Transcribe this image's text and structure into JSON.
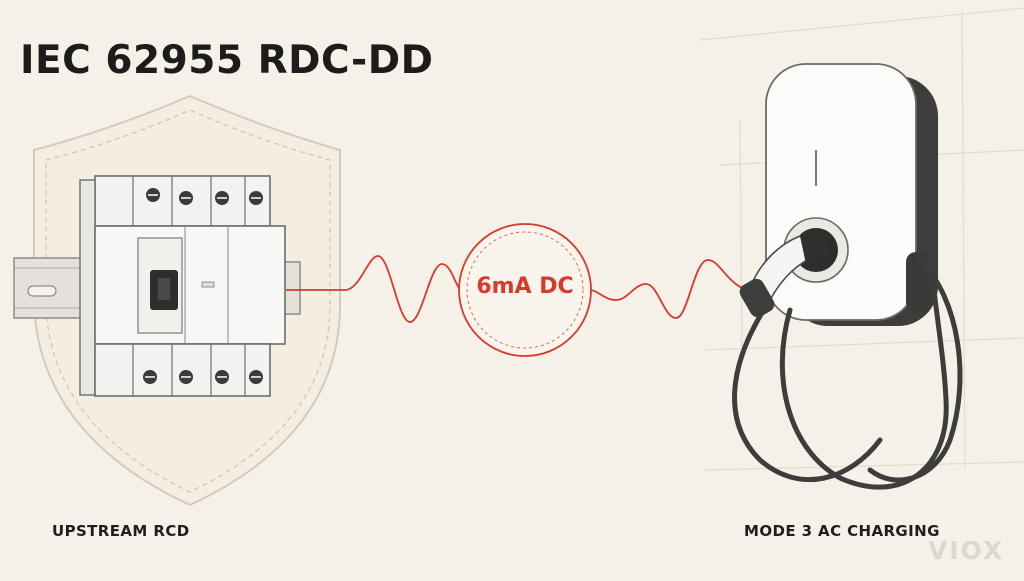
{
  "title": "IEC 62955 RDC-DD",
  "badge": {
    "label": "6mA DC"
  },
  "captions": {
    "left": "UPSTREAM RCD",
    "right": "MODE 3 AC CHARGING"
  },
  "watermark": "VIOX",
  "colors": {
    "background": "#f6f1e8",
    "accent": "#d8392b",
    "text": "#1c1c1c"
  },
  "icons": [
    "shield-icon",
    "circuit-breaker-icon",
    "din-rail-icon",
    "ev-charger-icon",
    "charging-plug-icon"
  ]
}
